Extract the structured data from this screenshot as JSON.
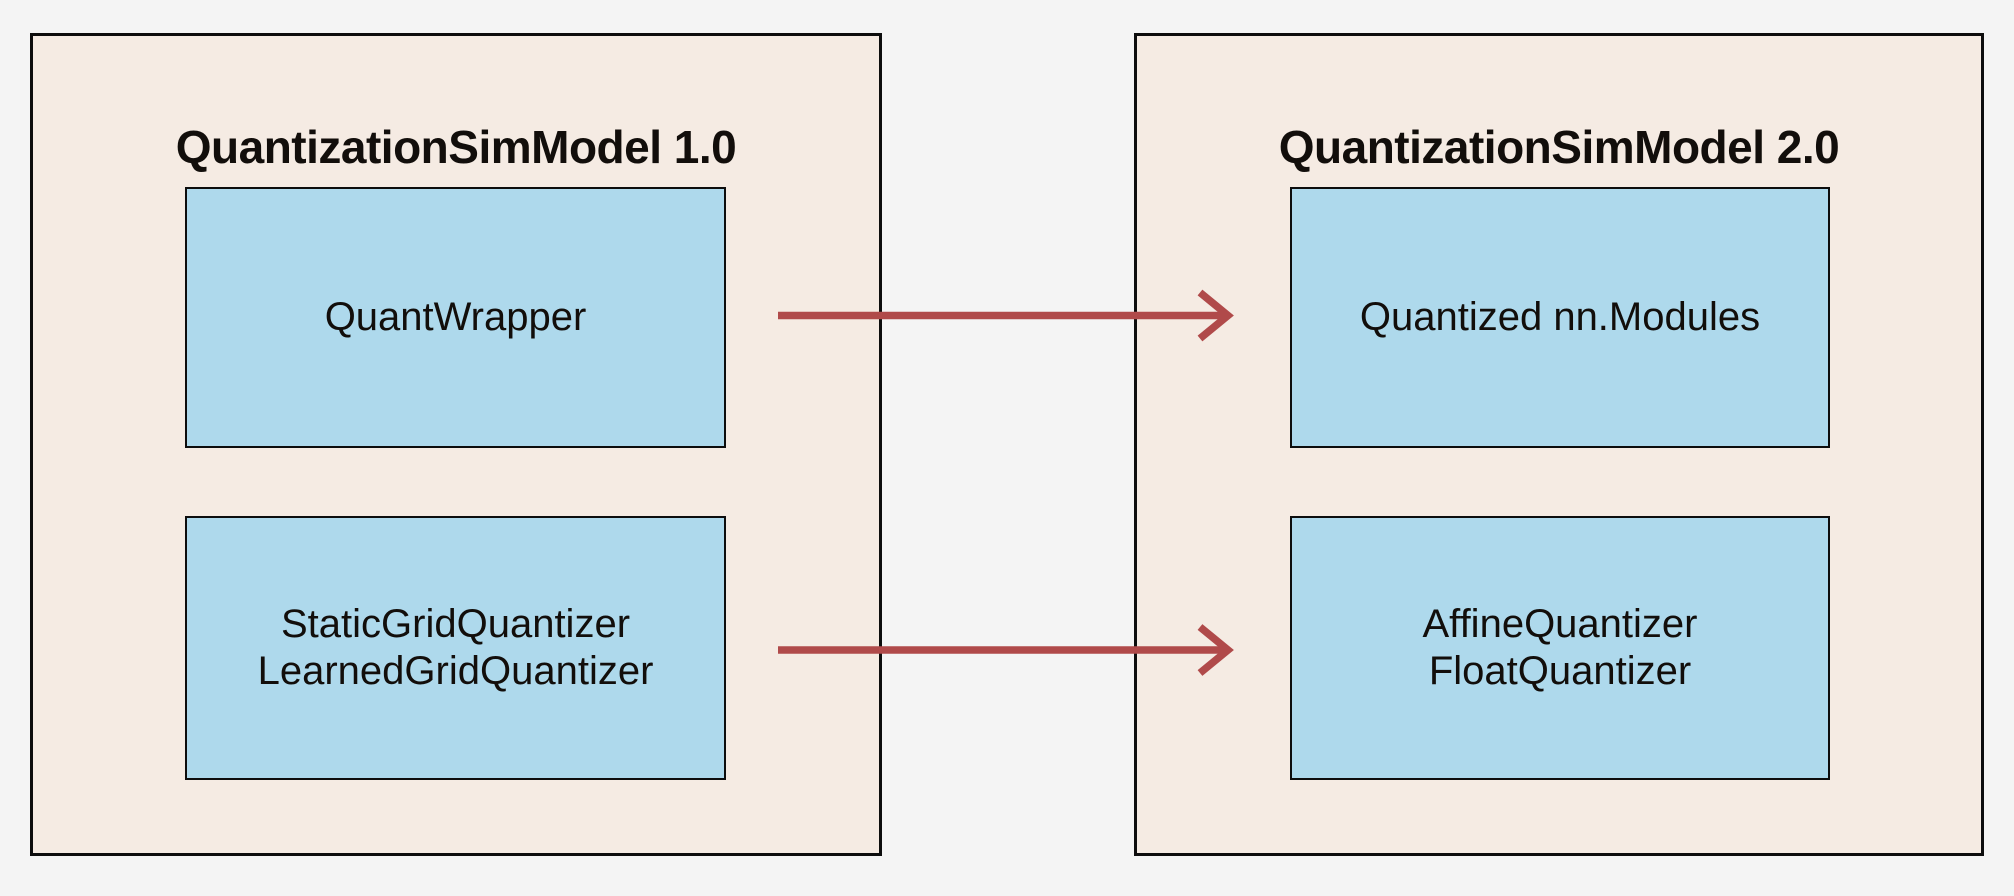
{
  "diagram": {
    "panels": [
      {
        "title": "QuantizationSimModel 1.0",
        "nodes": [
          {
            "label": "QuantWrapper"
          },
          {
            "label": "StaticGridQuantizer\nLearnedGridQuantizer"
          }
        ]
      },
      {
        "title": "QuantizationSimModel 2.0",
        "nodes": [
          {
            "label": "Quantized nn.Modules"
          },
          {
            "label": "AffineQuantizer\nFloatQuantizer"
          }
        ]
      }
    ],
    "arrows": [
      {
        "from": "QuantWrapper",
        "to": "Quantized nn.Modules"
      },
      {
        "from": "StaticGridQuantizer LearnedGridQuantizer",
        "to": "AffineQuantizer FloatQuantizer"
      }
    ],
    "colors": {
      "page-bg": "#f4f4f4",
      "panel-bg": "#f5ebe3",
      "node-bg": "#aed9ec",
      "border": "#0d0d0d",
      "text": "#120e0b",
      "arrow": "#b04a4a"
    }
  }
}
